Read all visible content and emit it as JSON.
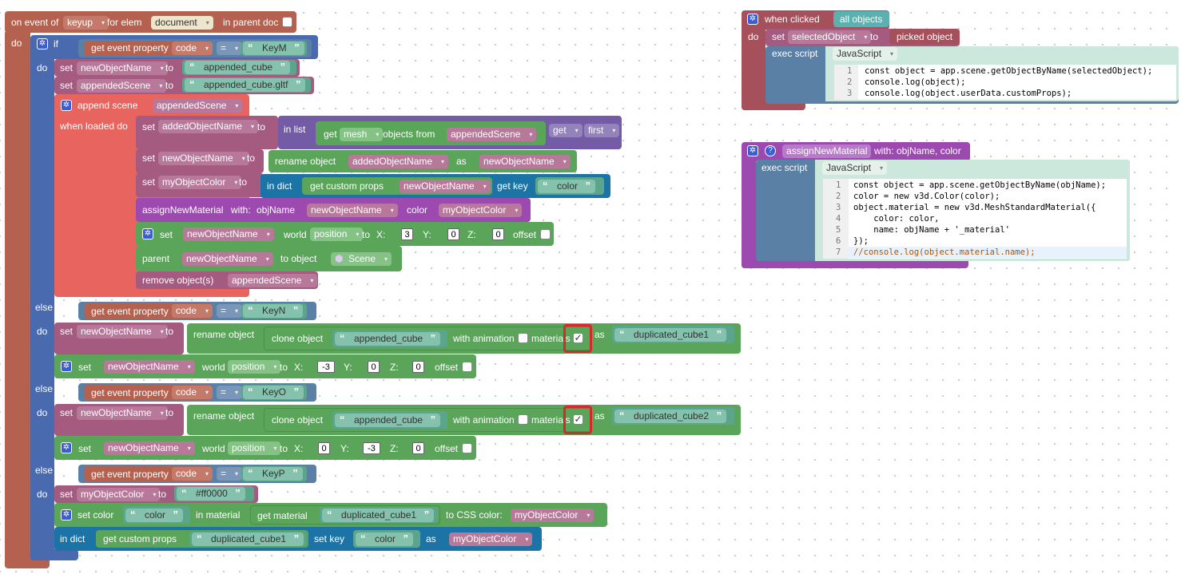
{
  "colors": {
    "event": "#b5614f",
    "logic": "#4a6ab0",
    "compare": "#5b80a5",
    "text": "#5ba58c",
    "variable": "#a55b80",
    "list": "#745ba5",
    "object": "#5ba55b",
    "scene_orange": "#e8655f",
    "dict": "#1b73a6",
    "highlight": "#d9282a",
    "events_red": "#a5505b"
  },
  "main": {
    "header": {
      "on_event_of": "on event of",
      "event": "keyup",
      "for_elem": "for elem",
      "elem": "document",
      "in_parent_doc": "in parent doc",
      "do": "do"
    },
    "if1": {
      "if": "if",
      "do": "do",
      "get_event_property": "get event property",
      "prop": "code",
      "op": "=",
      "key": "KeyM",
      "set1": {
        "set": "set",
        "var": "newObjectName",
        "to": "to",
        "value": "appended_cube"
      },
      "set2": {
        "set": "set",
        "var": "appendedScene",
        "to": "to",
        "value": "appended_cube.gltf"
      },
      "append": {
        "label": "append scene",
        "var": "appendedScene",
        "when_loaded_do": "when loaded do"
      },
      "set3": {
        "set": "set",
        "var": "addedObjectName",
        "to": "to",
        "in_list": "in list",
        "get": "get",
        "type": "mesh",
        "objects_from": "objects from",
        "src": "appendedScene",
        "get2": "get",
        "which": "first"
      },
      "set4": {
        "set": "set",
        "var": "newObjectName",
        "to": "to",
        "rename_object": "rename object",
        "obj": "addedObjectName",
        "as": "as",
        "new": "newObjectName"
      },
      "set5": {
        "set": "set",
        "var": "myObjectColor",
        "to": "to",
        "in_dict": "in dict",
        "get_custom_props": "get custom props",
        "obj": "newObjectName",
        "get_key": "get key",
        "key": "color"
      },
      "assign": {
        "name": "assignNewMaterial",
        "with": "with:",
        "objName": "objName",
        "objName_val": "newObjectName",
        "color": "color",
        "color_val": "myObjectColor"
      },
      "setpos": {
        "set": "set",
        "obj": "newObjectName",
        "world": "world",
        "prop": "position",
        "to": "to",
        "x": "X:",
        "xv": "3",
        "y": "Y:",
        "yv": "0",
        "z": "Z:",
        "zv": "0",
        "offset": "offset"
      },
      "parent": {
        "label": "parent",
        "obj": "newObjectName",
        "to_object": "to object",
        "target": "Scene"
      },
      "remove": {
        "label": "remove object(s)",
        "obj": "appendedScene"
      }
    },
    "elseif1": {
      "else_if": "else if",
      "do": "do",
      "get_event_property": "get event property",
      "prop": "code",
      "op": "=",
      "key": "KeyN",
      "set": "set",
      "var": "newObjectName",
      "to": "to",
      "rename_object": "rename object",
      "clone_object": "clone object",
      "src": "appended_cube",
      "with_animation": "with animation",
      "materials": "materials",
      "as": "as",
      "new": "duplicated_cube1",
      "setpos": {
        "set": "set",
        "obj": "newObjectName",
        "world": "world",
        "prop": "position",
        "to": "to",
        "x": "X:",
        "xv": "-3",
        "y": "Y:",
        "yv": "0",
        "z": "Z:",
        "zv": "0",
        "offset": "offset"
      }
    },
    "elseif2": {
      "else_if": "else if",
      "do": "do",
      "get_event_property": "get event property",
      "prop": "code",
      "op": "=",
      "key": "KeyO",
      "set": "set",
      "var": "newObjectName",
      "to": "to",
      "rename_object": "rename object",
      "clone_object": "clone object",
      "src": "appended_cube",
      "with_animation": "with animation",
      "materials": "materials",
      "as": "as",
      "new": "duplicated_cube2",
      "setpos": {
        "set": "set",
        "obj": "newObjectName",
        "world": "world",
        "prop": "position",
        "to": "to",
        "x": "X:",
        "xv": "0",
        "y": "Y:",
        "yv": "-3",
        "z": "Z:",
        "zv": "0",
        "offset": "offset"
      }
    },
    "elseif3": {
      "else_if": "else if",
      "do": "do",
      "get_event_property": "get event property",
      "prop": "code",
      "op": "=",
      "key": "KeyP",
      "set": {
        "set": "set",
        "var": "myObjectColor",
        "to": "to",
        "value": "#ff0000"
      },
      "setcolor": {
        "label": "set color",
        "key": "color",
        "in_material": "in material",
        "get_material": "get material",
        "mat": "duplicated_cube1",
        "to_css": "to CSS color:",
        "var": "myObjectColor"
      },
      "indict": {
        "label": "in dict",
        "get_custom_props": "get custom props",
        "obj": "duplicated_cube1",
        "set_key": "set key",
        "key": "color",
        "as": "as",
        "var": "myObjectColor"
      }
    }
  },
  "when_clicked": {
    "label": "when clicked",
    "target": "all objects",
    "do": "do",
    "set": "set",
    "var": "selectedObject",
    "to": "to",
    "picked": "picked object",
    "exec": "exec script",
    "lang": "JavaScript",
    "code": [
      "const object = app.scene.getObjectByName(selectedObject);",
      "console.log(object);",
      "console.log(object.userData.customProps);"
    ],
    "line_numbers": [
      "1",
      "2",
      "3"
    ]
  },
  "procedure": {
    "help": "?",
    "name": "assignNewMaterial",
    "with": "with: objName, color",
    "exec": "exec script",
    "lang": "JavaScript",
    "code": [
      "const object = app.scene.getObjectByName(objName);",
      "color = new v3d.Color(color);",
      "object.material = new v3d.MeshStandardMaterial({",
      "    color: color,",
      "    name: objName + '_material'",
      "});",
      "//console.log(object.material.name);"
    ],
    "line_numbers": [
      "1",
      "2",
      "3",
      "4",
      "5",
      "6",
      "7"
    ]
  }
}
